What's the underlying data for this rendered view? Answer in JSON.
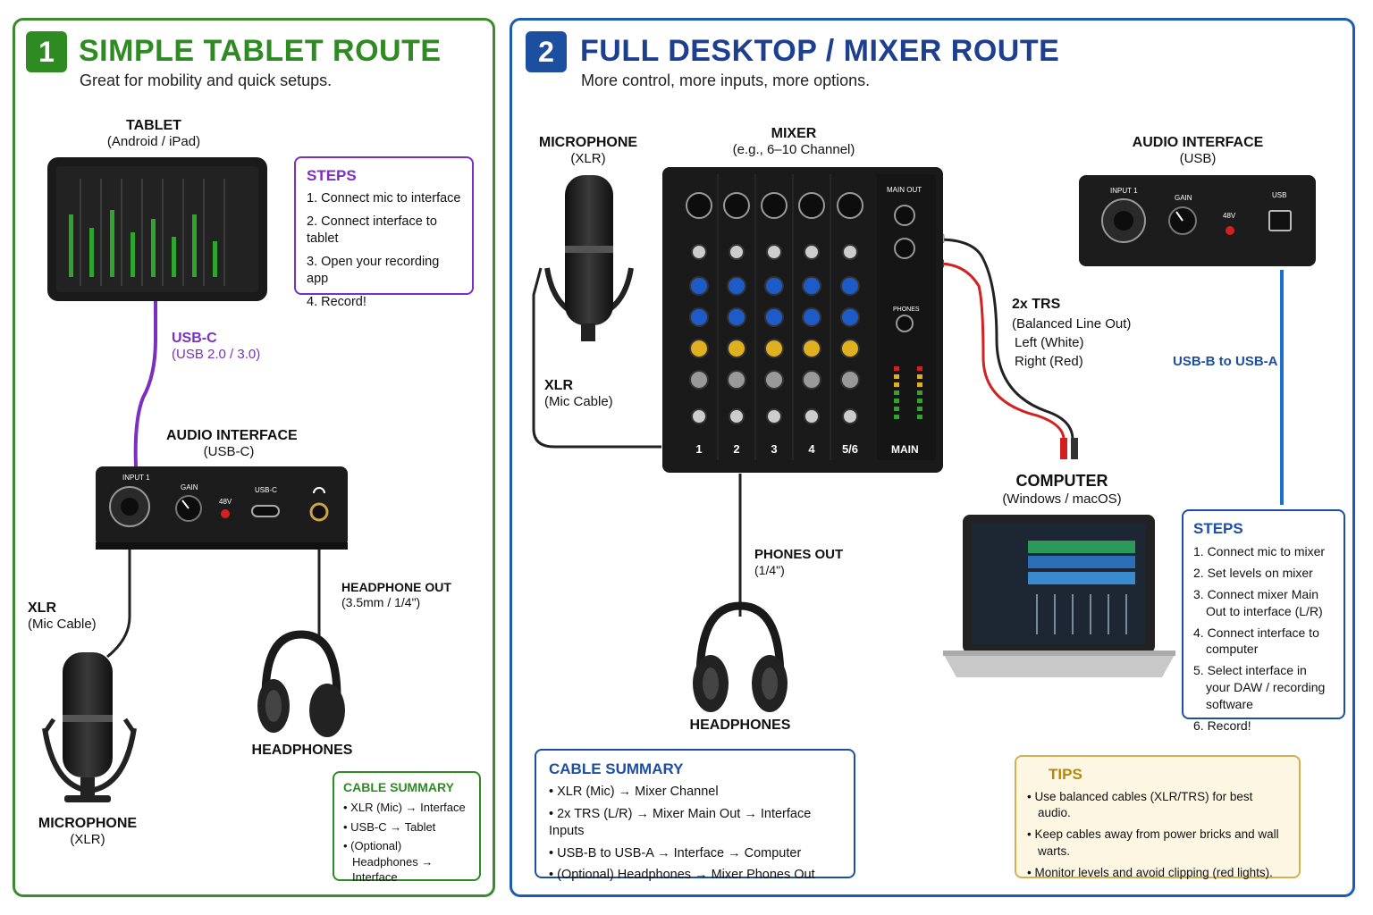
{
  "colors": {
    "green": "#2e8b22",
    "blue": "#1d4fa0",
    "purple": "#7b2fbe",
    "gold": "#b8860b"
  },
  "route1": {
    "number": "1",
    "title": "SIMPLE TABLET ROUTE",
    "subtitle": "Great for mobility and quick setups.",
    "tablet": {
      "title": "TABLET",
      "sub": "(Android / iPad)"
    },
    "usbc": {
      "title": "USB-C",
      "sub": "(USB 2.0 / 3.0)"
    },
    "interface": {
      "title": "AUDIO INTERFACE",
      "sub": "(USB-C)",
      "input": "INPUT 1",
      "gain": "GAIN",
      "phantom": "48V",
      "port": "USB-C"
    },
    "xlr": {
      "title": "XLR",
      "sub": "(Mic Cable)"
    },
    "headphone_out": {
      "title": "HEADPHONE OUT",
      "sub": "(3.5mm / 1/4\")"
    },
    "headphones": "HEADPHONES",
    "microphone": {
      "title": "MICROPHONE",
      "sub": "(XLR)"
    },
    "steps": {
      "title": "STEPS",
      "items": [
        "1. Connect mic to interface",
        "2. Connect interface to tablet",
        "3. Open your recording app",
        "4. Record!"
      ]
    },
    "cable_summary": {
      "title": "CABLE SUMMARY",
      "items": [
        "XLR (Mic) → Interface",
        "USB-C → Tablet",
        "(Optional) Headphones → Interface"
      ]
    }
  },
  "route2": {
    "number": "2",
    "title": "FULL DESKTOP / MIXER ROUTE",
    "subtitle": "More control, more inputs, more options.",
    "microphone": {
      "title": "MICROPHONE",
      "sub": "(XLR)"
    },
    "mixer": {
      "title": "MIXER",
      "sub": "(e.g., 6–10 Channel)",
      "main_out": "MAIN OUT",
      "phones": "PHONES",
      "main": "MAIN",
      "channels": [
        "1",
        "2",
        "3",
        "4",
        "5/6"
      ]
    },
    "audio_interface": {
      "title": "AUDIO INTERFACE",
      "sub": "(USB)",
      "input": "INPUT 1",
      "gain": "GAIN",
      "phantom": "48V",
      "port": "USB"
    },
    "trs": {
      "title": "2x TRS",
      "lines": [
        "(Balanced Line Out)",
        "Left (White)",
        "Right (Red)"
      ]
    },
    "usb_b": "USB-B to USB-A",
    "xlr": {
      "title": "XLR",
      "sub": "(Mic Cable)"
    },
    "phones_out": {
      "title": "PHONES OUT",
      "sub": "(1/4\")"
    },
    "computer": {
      "title": "COMPUTER",
      "sub": "(Windows / macOS)"
    },
    "headphones": "HEADPHONES",
    "steps": {
      "title": "STEPS",
      "items": [
        "1. Connect mic to mixer",
        "2. Set levels on mixer",
        "3. Connect mixer Main Out to interface (L/R)",
        "4. Connect interface to computer",
        "5. Select interface in your DAW / recording software",
        "6. Record!"
      ]
    },
    "cable_summary": {
      "title": "CABLE SUMMARY",
      "items": [
        "XLR (Mic) → Mixer Channel",
        "2x TRS (L/R) → Mixer Main Out → Interface Inputs",
        "USB-B to USB-A → Interface → Computer",
        "(Optional) Headphones → Mixer Phones Out"
      ]
    },
    "tips": {
      "title": "TIPS",
      "items": [
        "Use balanced cables (XLR/TRS) for best audio.",
        "Keep cables away from power bricks and wall warts.",
        "Monitor levels and avoid clipping (red lights)."
      ]
    }
  }
}
